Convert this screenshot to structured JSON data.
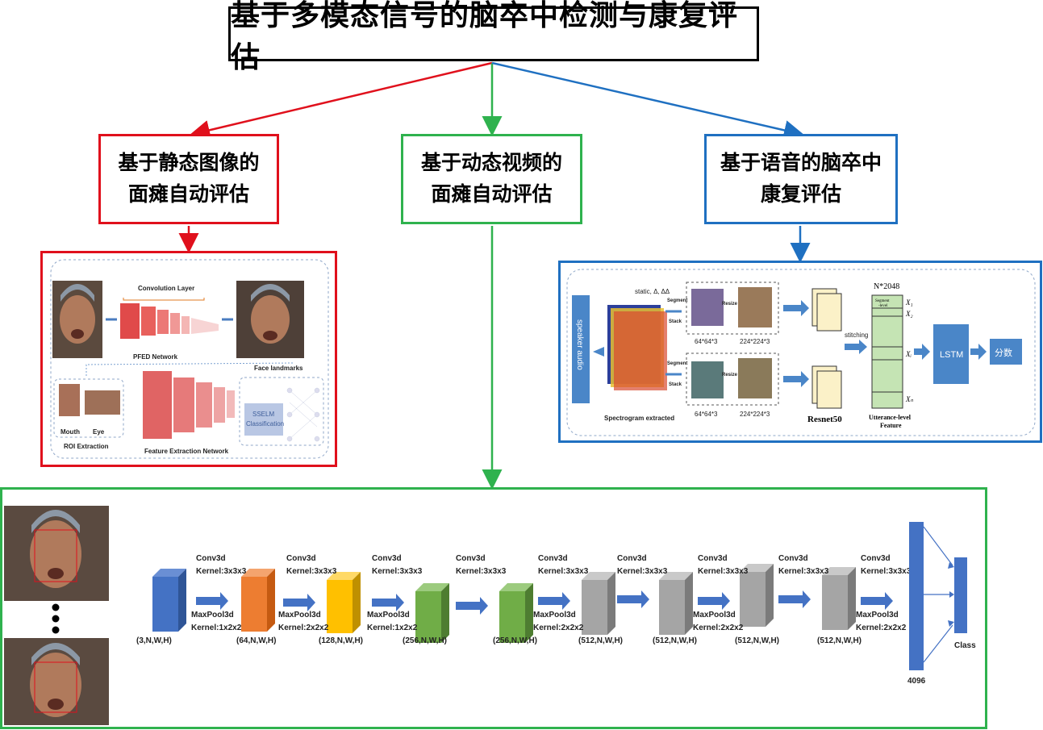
{
  "title": "基于多模态信号的脑卒中检测与康复评估",
  "branches": {
    "static_line1": "基于静态图像的",
    "static_line2": "面瘫自动评估",
    "video_line1": "基于动态视频的",
    "video_line2": "面瘫自动评估",
    "speech_line1": "基于语音的脑卒中",
    "speech_line2": "康复评估"
  },
  "colors": {
    "red": "#e0101c",
    "green": "#2fb24e",
    "blue": "#1f70c1"
  },
  "static_panel": {
    "conv_layer": "Convolution Layer",
    "pfed": "PFED Network",
    "face_landmarks": "Face landmarks",
    "mouth": "Mouth",
    "eye": "Eye",
    "roi": "ROI Extraction",
    "fen": "Feature Extraction Network",
    "sselm1": "SSELM",
    "sselm2": "Classification"
  },
  "speech_panel": {
    "speaker_audio": "speaker audio",
    "static_delta": "static, Δ, ΔΔ",
    "segment": "Segment",
    "stack": "Stack",
    "resize": "Resize",
    "size64": "64*64*3",
    "size224": "224*224*3",
    "spectrogram": "Spectrogram extracted",
    "stitching": "stitching",
    "n2048": "N*2048",
    "segment_level1": "Segment",
    "segment_level2": "-level",
    "x1": "X₁",
    "x2": "X₂",
    "xi": "Xᵢ",
    "xn": "Xₙ",
    "resnet": "Resnet50",
    "utterance1": "Utterance-level",
    "utterance2": "Feature",
    "lstm": "LSTM",
    "score": "分数"
  },
  "video_panel": {
    "conv3d": "Conv3d",
    "kernel333": "Kernel:3x3x3",
    "maxpool": "MaxPool3d",
    "k122": "Kernel:1x2x2",
    "k222": "Kernel:2x2x2",
    "dims": [
      "(3,N,W,H)",
      "(64,N,W,H)",
      "(128,N,W,H)",
      "(256,N,W,H)",
      "(256,N,W,H)",
      "(512,N,W,H)",
      "(512,N,W,H)",
      "(512,N,W,H)",
      "(512,N,W,H)"
    ],
    "fc": "4096",
    "class": "Class"
  }
}
